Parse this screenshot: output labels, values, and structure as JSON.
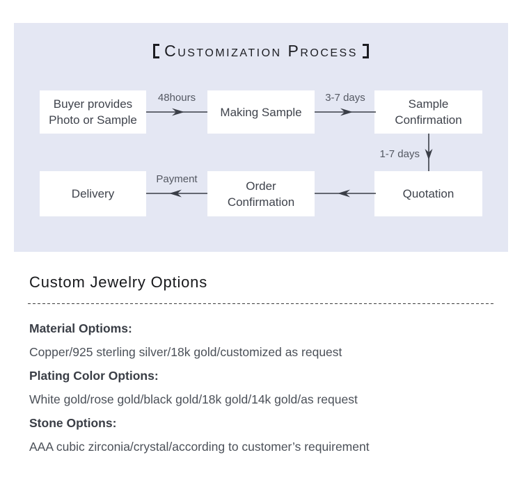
{
  "process_panel": {
    "background_color": "#e4e7f3",
    "line_color": "#3a3e47",
    "title": "Customization Process",
    "title_display": "【CUSTOMIZATION PROCESS】",
    "nodes": [
      {
        "id": "buyer-provides",
        "label": "Buyer provides Photo or Sample"
      },
      {
        "id": "making-sample",
        "label": "Making Sample"
      },
      {
        "id": "sample-confirmation",
        "label": "Sample Confirmation"
      },
      {
        "id": "quotation",
        "label": "Quotation"
      },
      {
        "id": "order-confirmation",
        "label": "Order Confirmation"
      },
      {
        "id": "delivery",
        "label": "Delivery"
      }
    ],
    "edges": [
      {
        "from": "buyer-provides",
        "to": "making-sample",
        "direction": "right",
        "label": "48hours"
      },
      {
        "from": "making-sample",
        "to": "sample-confirmation",
        "direction": "right",
        "label": "3-7 days"
      },
      {
        "from": "sample-confirmation",
        "to": "quotation",
        "direction": "down",
        "label": "1-7 days"
      },
      {
        "from": "quotation",
        "to": "order-confirmation",
        "direction": "left",
        "label": ""
      },
      {
        "from": "order-confirmation",
        "to": "delivery",
        "direction": "left",
        "label": "Payment"
      }
    ]
  },
  "options_section": {
    "heading": "Custom Jewelry Options",
    "items": [
      {
        "title": "Material Optioms:",
        "body": "Copper/925 sterling silver/18k gold/customized as request"
      },
      {
        "title": "Plating Color Options:",
        "body": "White gold/rose gold/black gold/18k gold/14k gold/as request"
      },
      {
        "title": "Stone Options:",
        "body": "AAA cubic zirconia/crystal/according to customer’s requirement"
      }
    ]
  }
}
